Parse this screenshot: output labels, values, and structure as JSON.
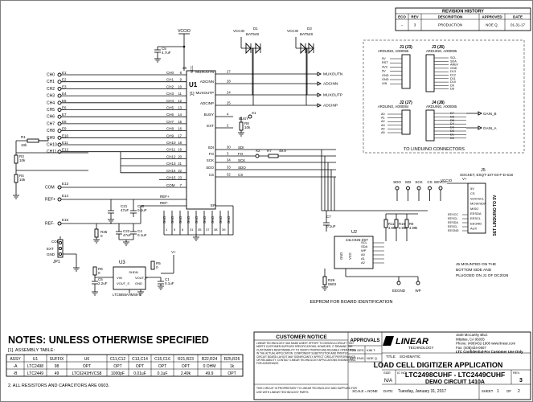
{
  "revision": {
    "title": "REVISION HISTORY",
    "headers": [
      "ECO",
      "REV",
      "DESCRIPTION",
      "APPROVED",
      "DATE"
    ],
    "row": [
      "--",
      "3",
      "PRODUCTION",
      "NOE Q.",
      "01-31-17"
    ]
  },
  "rails": {
    "vccio": "VCCIO",
    "vplus": "V+"
  },
  "diodes": [
    {
      "ref": "D1",
      "part": "BAT54S"
    },
    {
      "ref": "D3",
      "part": "BAT54S"
    }
  ],
  "c5": {
    "ref": "C5",
    "value": "4.7uF"
  },
  "u1": {
    "ref": "U1",
    "note": "[1]",
    "left_pins": [
      {
        "name": "CH0",
        "num": "8"
      },
      {
        "name": "CH1",
        "num": "9"
      },
      {
        "name": "CH2",
        "num": "10"
      },
      {
        "name": "CH3",
        "num": "11"
      },
      {
        "name": "CH4",
        "num": "12"
      },
      {
        "name": "CH5",
        "num": "13"
      },
      {
        "name": "CH6",
        "num": "14"
      },
      {
        "name": "CH7",
        "num": "15"
      },
      {
        "name": "CH8",
        "num": "16"
      },
      {
        "name": "CH9",
        "num": "17"
      },
      {
        "name": "CH10",
        "num": "18"
      },
      {
        "name": "CH11",
        "num": "19"
      },
      {
        "name": "CH12",
        "num": "20"
      },
      {
        "name": "CH13",
        "num": "21"
      },
      {
        "name": "CH14",
        "num": "22"
      },
      {
        "name": "CH15",
        "num": "23"
      },
      {
        "name": "COM",
        "num": "7"
      }
    ],
    "right_pins": [
      {
        "name": "MUXOUTN",
        "num": "27"
      },
      {
        "name": "ADCINN",
        "num": "28"
      },
      {
        "name": "MUXOUTP",
        "num": "24"
      },
      {
        "name": "ADCINP",
        "num": "25"
      },
      {
        "name": "BUSY",
        "num": "4"
      },
      {
        "name": "EXT",
        "num": "2"
      },
      {
        "name": "SDI",
        "num": "30"
      },
      {
        "name": "FO",
        "num": "3"
      },
      {
        "name": "SCK",
        "num": "34"
      },
      {
        "name": "SDO",
        "num": "33"
      },
      {
        "name": "CS",
        "num": "32"
      }
    ],
    "vcc_label": "VCC",
    "vcc_num": "26",
    "refp": "REF+",
    "refn": "REF-",
    "ep": "EP",
    "bottom_gnd": [
      "GND",
      "GND",
      "GND",
      "GND",
      "GND",
      "GND",
      "GND",
      "GND",
      "GND"
    ],
    "bottom_nums": [
      "1",
      "5",
      "6",
      "31",
      "35",
      "37",
      "38",
      "39"
    ]
  },
  "channels": [
    "CH0",
    "CH1",
    "CH2",
    "CH3",
    "CH4",
    "CH5",
    "CH6",
    "CH7",
    "CH8",
    "CH9",
    "CH10",
    "CH11"
  ],
  "e_labels": [
    "E1",
    "E2",
    "E3",
    "E4",
    "E5",
    "E6",
    "E7",
    "E8",
    "E9",
    "E10",
    "E11",
    "E12"
  ],
  "left_nets": [
    {
      "label": "COM",
      "e": "E13"
    },
    {
      "label": "REF+",
      "e": "E14"
    },
    {
      "label": "REF-",
      "e": "E15"
    }
  ],
  "res_left": [
    {
      "ref": "R1",
      "value": "10k"
    },
    {
      "ref": "R3",
      "value": "10k"
    },
    {
      "ref": "R4",
      "value": "10k"
    }
  ],
  "nets_right": [
    "MUXOUTN",
    "ADCINN",
    "MUXOUTP",
    "ADCINP"
  ],
  "busy": {
    "label": "BUSY",
    "x": "X1"
  },
  "r8": {
    "ref": "R8",
    "value": "10k"
  },
  "spi": [
    {
      "pin": "SDI"
    },
    {
      "pin": "FO",
      "x": "X2",
      "r": "R7",
      "rv": "49.9"
    },
    {
      "pin": "SCK"
    },
    {
      "pin": "SDO"
    },
    {
      "pin": "CS"
    }
  ],
  "refcaps": [
    {
      "ref": "C21",
      "value": "47uF"
    },
    {
      "ref": "C20",
      "value": "0.1uF"
    },
    {
      "ref": "C22",
      "value": "47uF"
    },
    {
      "ref": "C4",
      "value": "0.1uF"
    },
    {
      "ref": "R35",
      "value": "0"
    }
  ],
  "jp1": {
    "ref": "JP1",
    "com": "COM",
    "ext": "EXT",
    "gnd": "GND"
  },
  "u3": {
    "ref": "U3",
    "part": "LTC6655AHMS8-5",
    "pins": [
      "SHDN",
      "VIN",
      "VOUT_S",
      "GND",
      "VOUT_F",
      "GND",
      "GND",
      "GND"
    ]
  },
  "u3parts": [
    {
      "ref": "R6",
      "value": "0"
    },
    {
      "ref": "C6",
      "value": "2.2uF"
    },
    {
      "ref": "R5",
      "value": "0"
    },
    {
      "ref": "C1",
      "value": "0.1uF"
    },
    {
      "ref": "C11",
      "value": "0.1uF"
    },
    {
      "ref": "C2",
      "value": "0.1uF"
    }
  ],
  "arduino": {
    "j1": "J1 (J3)",
    "j3": "J3 (J6)",
    "part1": "ARDUINO, A000085",
    "part2": "ARDUINO, A000085",
    "j2": "J2 (J7)",
    "j4": "J4 (J8)",
    "part3": "ARDUINO, A000084",
    "part4": "ARDUINO, A000085",
    "left_top": [
      "5V",
      "RST",
      "3V3",
      "5V",
      "GND",
      "GND",
      "VIN"
    ],
    "right_top": [
      "SCL",
      "SDA",
      "AREF",
      "GND",
      "D13",
      "D12",
      "D11",
      "D10",
      "D9",
      "D8"
    ],
    "left_bot": [
      "A0",
      "A1",
      "A2",
      "A3",
      "A4",
      "A5"
    ],
    "right_bot": [
      "D7",
      "D6",
      "D5",
      "D4",
      "D3",
      "D2",
      "D1",
      "D0"
    ],
    "gain_b": "GAIN_B",
    "gain_a": "GAIN_A",
    "footer": "TO LINDUINO CONNECTORS"
  },
  "j5": {
    "ref": "J5",
    "part": "SOCKET, ESQT-107-03-F-D-518",
    "pins": [
      "5V",
      "CS",
      "SCK/SCL",
      "MOSI/SDA",
      "MISO",
      "EESDA",
      "EESCL",
      "EEGND",
      "AUX"
    ],
    "nets_in": [
      "EEVCC",
      "EESCL",
      "EESDA",
      "EESCL",
      "EEGND"
    ],
    "side": "SET LINDUINO TO 5V",
    "note": [
      "J5 MOUNTED ON THE",
      "BOTTOM SIDE AND",
      "PLUGGED ON J1 OF DC2026"
    ]
  },
  "u2": {
    "ref": "U2",
    "part": "24LC025-I/ST",
    "pins": [
      "SCL",
      "SDA",
      "WP",
      "A0",
      "A1",
      "A2"
    ],
    "left_pins": [
      "GND",
      "VCC"
    ],
    "nets": [
      "SDO",
      "SDI",
      "SCK",
      "CS",
      "EEVCC"
    ],
    "resistors": [
      {
        "ref": "R11",
        "value": "4.99k"
      },
      {
        "ref": "R10",
        "value": "4.99k"
      },
      {
        "ref": "R9",
        "value": "4.99k"
      }
    ],
    "c7": {
      "ref": "C7",
      "value": "0.1uF"
    },
    "r26": {
      "ref": "R26",
      "value": "0603"
    },
    "eegnd": "EEGND",
    "wp": "WP"
  },
  "eeprom_caption": "EEPROM FOR BOARD IDENTIFICATION",
  "notes": {
    "title": "NOTES: UNLESS OTHERWISE SPECIFIED",
    "line1": "[1]. ASSEMBLY TABLE:",
    "line2": "2. ALL RESISTORS AND CAPACITORS ARE 0603.",
    "table_headers": [
      "ASSY",
      "U1",
      "SUFFIX",
      "U6",
      "C11,C12",
      "C13,C14",
      "C15,C16",
      "R21,R23",
      "R22,R24",
      "R25,R26"
    ],
    "rows": [
      [
        "-A",
        "LTC2498",
        "98",
        "OPT",
        "OPT",
        "OPT",
        "OPT",
        "OPT",
        "0 OHM",
        "1k"
      ],
      [
        "-B",
        "LTC2449",
        "49",
        "LTC6241HVCS8",
        "1000pF",
        "0.01uF",
        "0.1uF",
        "2.49k",
        "49.9",
        "OPT"
      ]
    ]
  },
  "customer_notice": {
    "title": "CUSTOMER NOTICE",
    "body": "LINEAR TECHNOLOGY HAS MADE A BEST EFFORT TO DESIGN A CIRCUIT THAT MEETS CUSTOMER-SUPPLIED SPECIFICATIONS; HOWEVER, IT REMAINS THE CUSTOMER'S RESPONSIBILITY TO VERIFY PROPER AND RELIABLE OPERATION IN THE ACTUAL APPLICATION. COMPONENT SUBSTITUTION AND PRINTED CIRCUIT BOARD LAYOUT MAY SIGNIFICANTLY AFFECT CIRCUIT PERFORMANCE OR RELIABILITY. CONTACT LINEAR TECHNOLOGY APPLICATIONS ENGINEERING FOR ASSISTANCE.",
    "prop": "THIS CIRCUIT IS PROPRIETARY TO LINEAR TECHNOLOGY AND SUPPLIED FOR USE WITH LINEAR TECHNOLOGY PARTS."
  },
  "approvals": {
    "title": "APPROVALS",
    "rows": [
      [
        "PCB DES.",
        "KIM T."
      ],
      [
        "APP ENG.",
        "NOE Q."
      ]
    ]
  },
  "logo": {
    "brand": "LINEAR",
    "sub": "TECHNOLOGY"
  },
  "address": [
    "1630 McCarthy Blvd.",
    "Milpitas, CA 95035",
    "Phone: (408)432-1900  www.linear.com",
    "Fax: (408)434-0507",
    "LTC Confidential-For Customer Use Only"
  ],
  "titleblock": {
    "title_label": "TITLE:",
    "title_value": "SCHEMATIC",
    "main": "LOAD CELL DIGITIZER APPLICATION",
    "size_label": "SIZE",
    "size": "N/A",
    "icno_label": "IC NO.",
    "icno": "LTC2498CUHF - LTC2449CUHF",
    "demo": "DEMO CIRCUIT 1410A",
    "rev_label": "REV.",
    "rev": "3",
    "scale": "SCALE = NONE",
    "date_label": "DATE:",
    "date": "Tuesday, January 31, 2017",
    "sheet_label": "SHEET",
    "sheet": "1",
    "of": "OF",
    "total": "2"
  }
}
